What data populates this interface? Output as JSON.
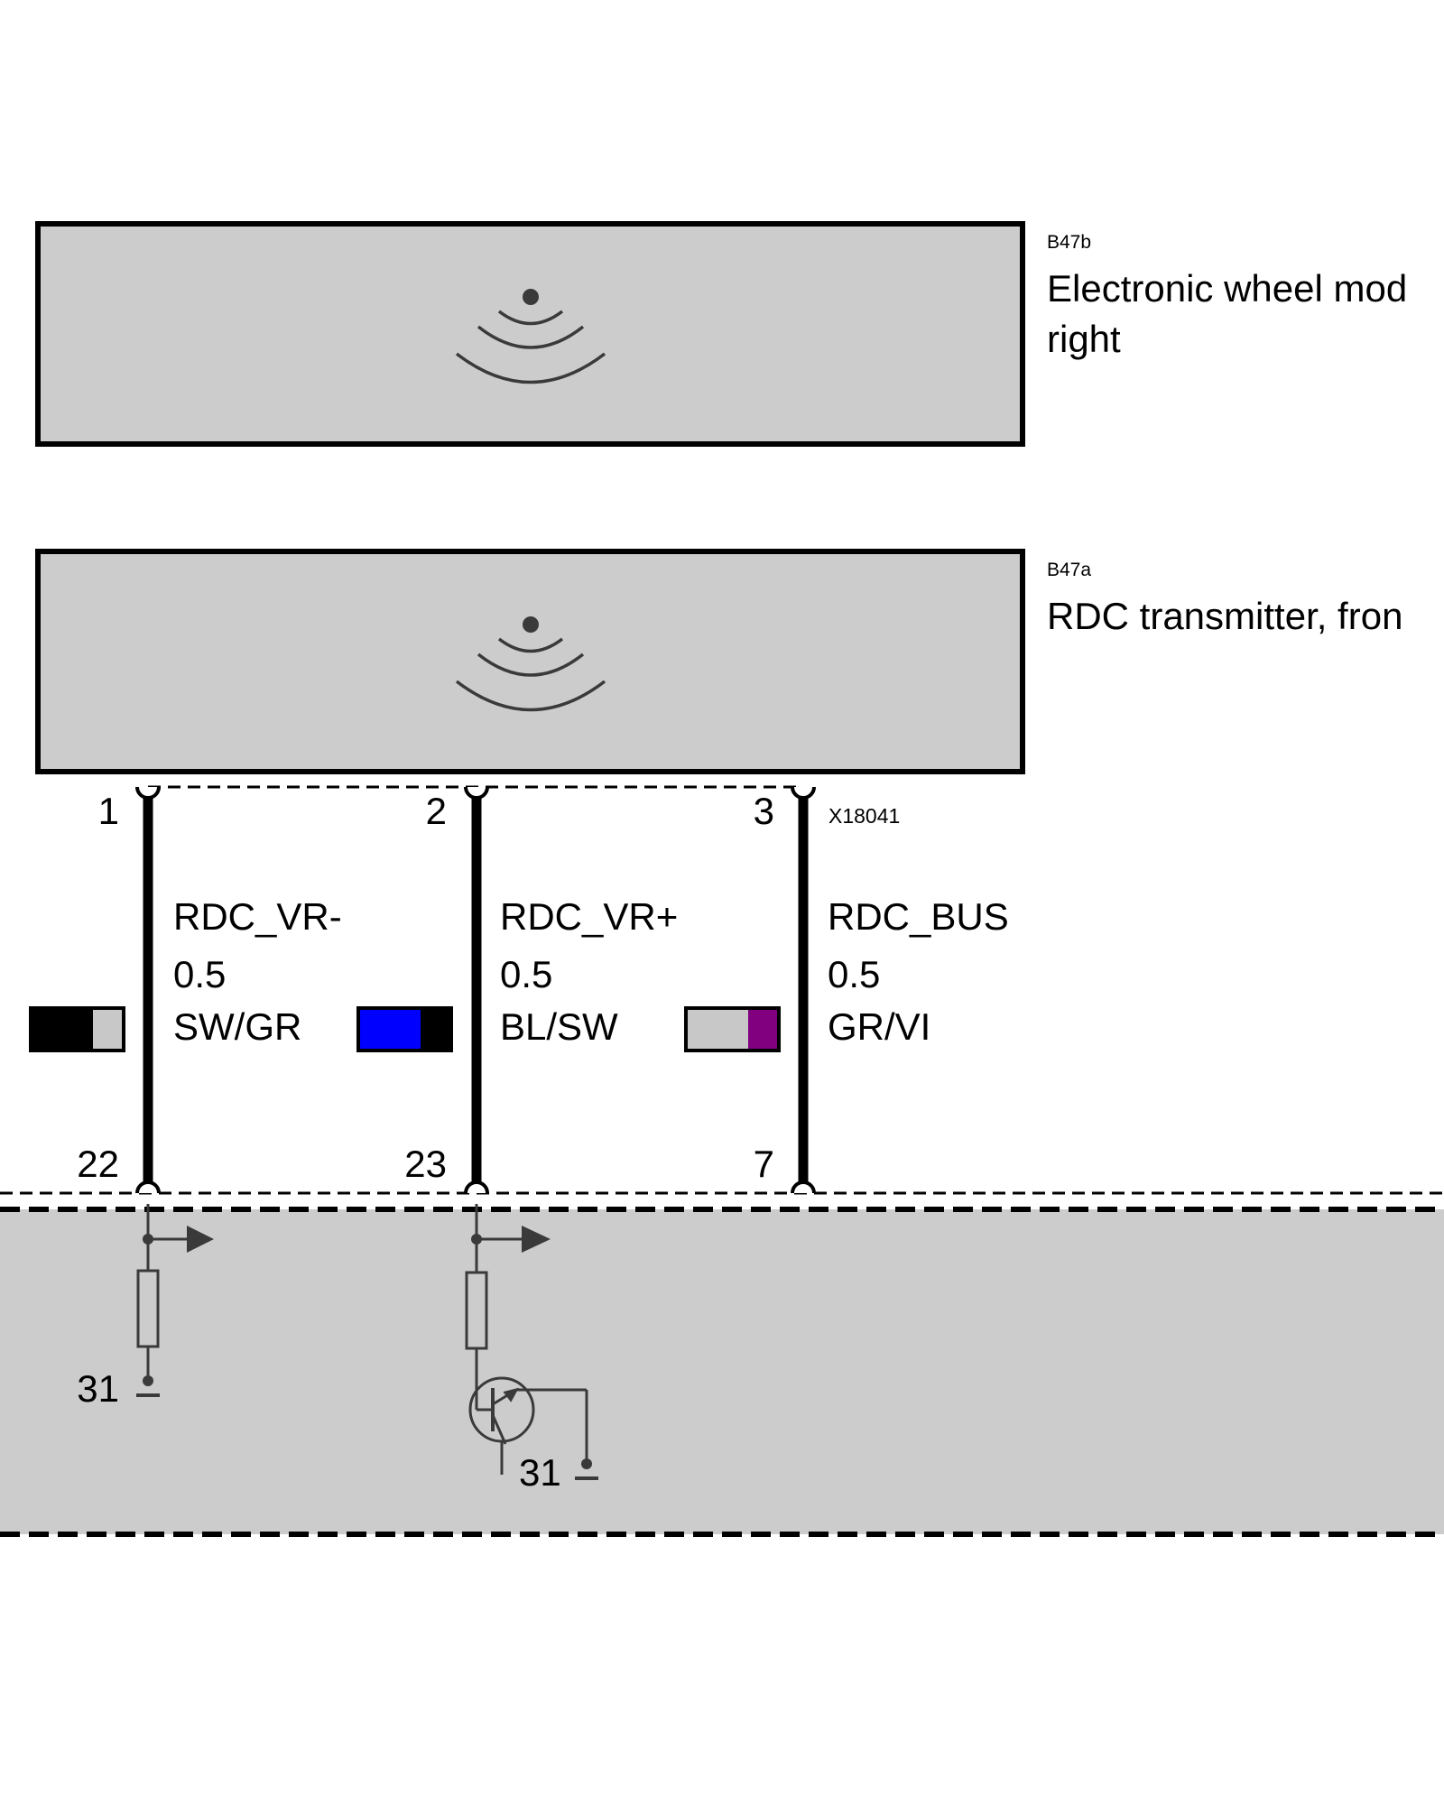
{
  "components": {
    "b47b": {
      "code": "B47b",
      "name_line1": "Electronic wheel mod",
      "name_line2": "right",
      "icon": "wireless-signal-icon"
    },
    "b47a": {
      "code": "B47a",
      "name_line1": "RDC transmitter, fron",
      "icon": "wireless-signal-icon"
    }
  },
  "connector": {
    "code": "X18041"
  },
  "wires": [
    {
      "pin_top": "1",
      "pin_bottom": "22",
      "signal": "RDC_VR-",
      "gauge": "0.5",
      "color_code": "SW/GR",
      "color_left": "#000000",
      "color_right": "#c8c8c8"
    },
    {
      "pin_top": "2",
      "pin_bottom": "23",
      "signal": "RDC_VR+",
      "gauge": "0.5",
      "color_code": "BL/SW",
      "color_left": "#0000ff",
      "color_right": "#000000"
    },
    {
      "pin_top": "3",
      "pin_bottom": "7",
      "signal": "RDC_BUS",
      "gauge": "0.5",
      "color_code": "GR/VI",
      "color_left": "#c8c8c8",
      "color_right": "#800080"
    }
  ],
  "control_unit": {
    "ground_label_1": "31",
    "ground_label_2": "31"
  },
  "colors": {
    "component_fill": "#cccccc",
    "line": "#000000",
    "internal_line": "#3a3a3a"
  }
}
